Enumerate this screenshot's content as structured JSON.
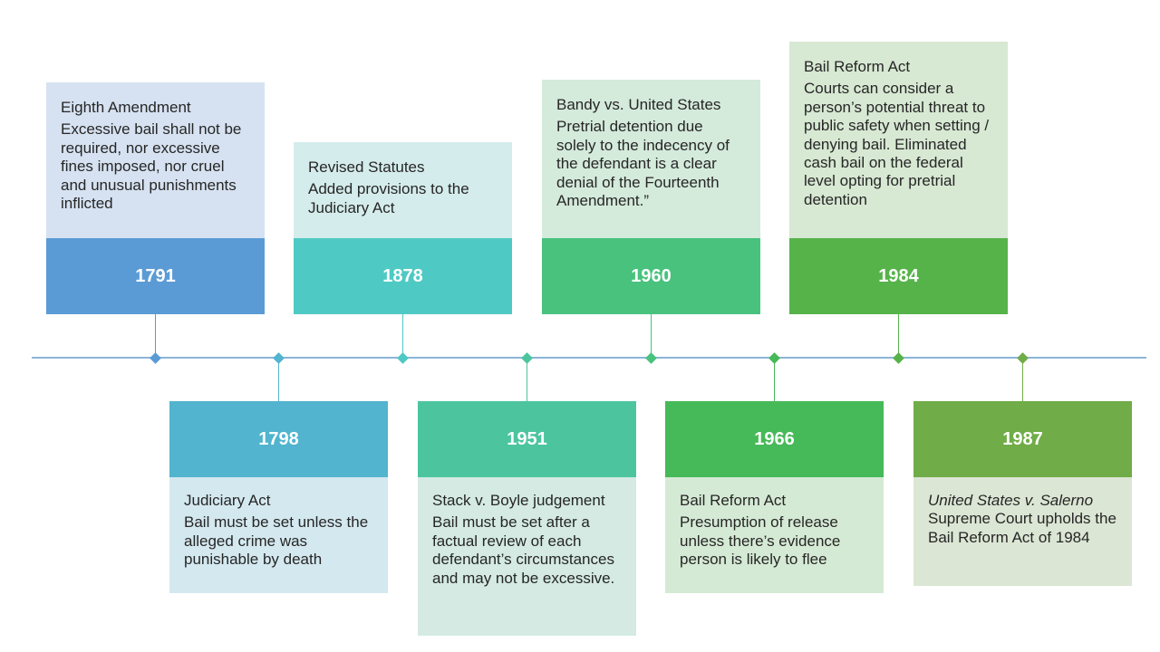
{
  "events": [
    {
      "id": "1791",
      "year": "1791",
      "side": "top",
      "title": "Eighth Amendment",
      "title_italic": false,
      "body": "Excessive bail shall not be required, nor excessive fines imposed, nor cruel and unusual punishments inflicted",
      "year_color": "#5b9bd5",
      "desc_color": "#d6e2f1",
      "marker_color": "#5b9bd5",
      "connector_color": "#5b9bd5"
    },
    {
      "id": "1798",
      "year": "1798",
      "side": "bottom",
      "title": "Judiciary Act",
      "title_italic": false,
      "body": "Bail must be set unless the alleged crime was punishable by death",
      "year_color": "#52b4ce",
      "desc_color": "#d4e8ef",
      "marker_color": "#52b4ce",
      "connector_color": "#52b4ce"
    },
    {
      "id": "1878",
      "year": "1878",
      "side": "top",
      "title": "Revised Statutes",
      "title_italic": false,
      "body": "Added provisions to the Judiciary Act",
      "year_color": "#4fc9c4",
      "desc_color": "#d4eceb",
      "marker_color": "#4fc9c4",
      "connector_color": "#4fc9c4"
    },
    {
      "id": "1951",
      "year": "1951",
      "side": "bottom",
      "title": "Stack v. Boyle judgement",
      "title_italic": false,
      "body": "Bail must be set after a factual review of each defendant’s circumstances and may not be excessive.",
      "year_color": "#4cc59e",
      "desc_color": "#d4eae3",
      "marker_color": "#4cc59e",
      "connector_color": "#4cc59e"
    },
    {
      "id": "1960",
      "year": "1960",
      "side": "top",
      "title": "Bandy vs. United States",
      "title_italic": false,
      "body": "Pretrial detention due solely to the indecency of the defendant is a clear denial of the Fourteenth Amendment.”",
      "year_color": "#48c27d",
      "desc_color": "#d4eadb",
      "marker_color": "#48c27d",
      "connector_color": "#48c27d"
    },
    {
      "id": "1966",
      "year": "1966",
      "side": "bottom",
      "title": "Bail Reform Act",
      "title_italic": false,
      "body": "Presumption of release unless there’s evidence person is likely to flee",
      "year_color": "#46b958",
      "desc_color": "#d5ead5",
      "marker_color": "#46b958",
      "connector_color": "#46b958"
    },
    {
      "id": "1984",
      "year": "1984",
      "side": "top",
      "title": "Bail Reform Act",
      "title_italic": false,
      "body": "Courts can consider a person’s potential threat to public safety when setting / denying bail. Eliminated cash bail on the federal level opting for pretrial detention",
      "year_color": "#56b34a",
      "desc_color": "#d7e8d3",
      "marker_color": "#56b34a",
      "connector_color": "#56b34a"
    },
    {
      "id": "1987",
      "year": "1987",
      "side": "bottom",
      "title": "United States v. Salerno",
      "title_italic": true,
      "body": "Supreme Court upholds the Bail Reform Act of 1984",
      "year_color": "#70ac47",
      "desc_color": "#dbe6d4",
      "marker_color": "#70ac47",
      "connector_color": "#70ac47"
    }
  ]
}
